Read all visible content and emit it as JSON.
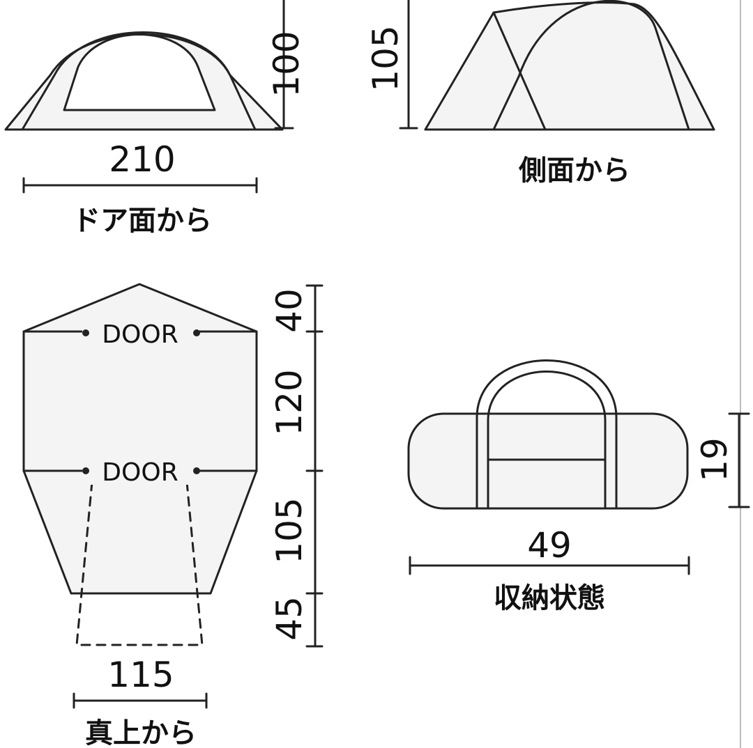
{
  "door_view": {
    "width_label": "210",
    "height_label": "100",
    "caption": "ドア面から"
  },
  "side_view": {
    "height_label": "105",
    "caption": "側面から"
  },
  "top_view": {
    "door_label_front": "DOOR",
    "door_label_rear": "DOOR",
    "width_label": "115",
    "segment_labels": [
      "40",
      "120",
      "105",
      "45"
    ],
    "caption": "真上から"
  },
  "packed": {
    "width_label": "49",
    "height_label": "19",
    "caption": "収納状態"
  }
}
